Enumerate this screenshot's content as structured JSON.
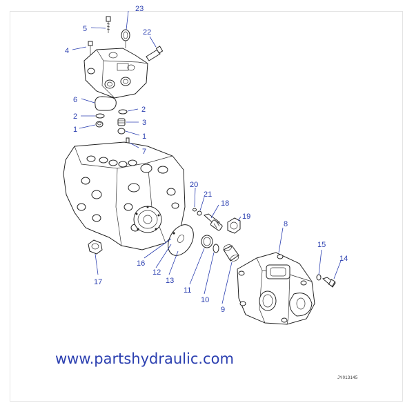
{
  "diagram": {
    "watermark": "www.partshydraulic.com",
    "drawing_code": "JY013145",
    "callouts": {
      "c1a": "1",
      "c1b": "1",
      "c2a": "2",
      "c2b": "2",
      "c3": "3",
      "c4": "4",
      "c5": "5",
      "c6": "6",
      "c7": "7",
      "c8": "8",
      "c9": "9",
      "c10": "10",
      "c11": "11",
      "c12": "12",
      "c13": "13",
      "c14": "14",
      "c15": "15",
      "c16": "16",
      "c17": "17",
      "c18": "18",
      "c19": "19",
      "c20": "20",
      "c21": "21",
      "c22": "22",
      "c23": "23"
    },
    "colors": {
      "callout": "#2b3fb0",
      "line_art": "#222222",
      "frame": "#e3e3e3"
    }
  }
}
